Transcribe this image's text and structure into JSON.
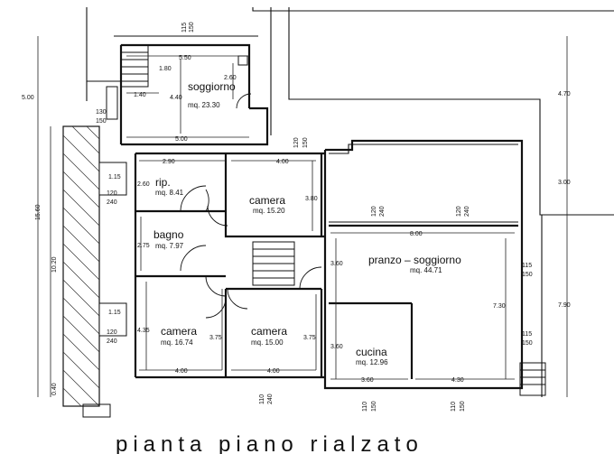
{
  "plan": {
    "title": "pianta piano rialzato",
    "rooms": [
      {
        "id": "soggiorno-top",
        "name": "soggiorno",
        "area": "mq. 23.30"
      },
      {
        "id": "rip",
        "name": "rip.",
        "area": "mq. 8.41"
      },
      {
        "id": "camera-1",
        "name": "camera",
        "area": "mq. 15.20"
      },
      {
        "id": "bagno",
        "name": "bagno",
        "area": "mq. 7.97"
      },
      {
        "id": "pranzo",
        "name": "pranzo – soggiorno",
        "area": "mq. 44.71"
      },
      {
        "id": "camera-2",
        "name": "camera",
        "area": "mq. 16.74"
      },
      {
        "id": "camera-3",
        "name": "camera",
        "area": "mq. 15.00"
      },
      {
        "id": "cucina",
        "name": "cucina",
        "area": "mq. 12.96"
      }
    ],
    "dimensions": {
      "d_5_50": "5.50",
      "d_1_80": "1.80",
      "d_2_60a": "2.60",
      "d_1_40": "1.40",
      "d_4_40": "4.40",
      "d_5_00top": "5.00",
      "d_5_00left": "5.00",
      "d_2_90": "2.90",
      "d_4_00a": "4.00",
      "d_2_60b": "2.60",
      "d_3_80": "3.80",
      "d_2_75": "2.75",
      "d_8_00": "8.00",
      "d_3_60a": "3.60",
      "d_7_30": "7.30",
      "d_4_35": "4.35",
      "d_3_75a": "3.75",
      "d_3_75b": "3.75",
      "d_3_60b": "3.60",
      "d_4_00b": "4.00",
      "d_4_00c": "4.00",
      "d_3_60c": "3.60",
      "d_4_30": "4.30",
      "d_1_15a": "1.15",
      "d_1_15b": "1.15",
      "d_15_60": "15.60",
      "d_10_20": "10.20",
      "d_0_40": "0.40",
      "d_4_70": "4.70",
      "d_3_00": "3.00",
      "d_7_90": "7.90"
    },
    "windows": {
      "w_115_150_top_a": "115",
      "w_115_150_top_b": "150",
      "w_130_150_a": "130",
      "w_130_150_b": "150",
      "w_120_150_a": "120",
      "w_120_150_b": "150",
      "w_120_240_a_a": "120",
      "w_120_240_a_b": "240",
      "w_120_240_b_a": "120",
      "w_120_240_b_b": "240",
      "w_120_240_c_a": "120",
      "w_120_240_c_b": "240",
      "w_120_240_d_a": "120",
      "w_120_240_d_b": "240",
      "w_115_150_r1_a": "115",
      "w_115_150_r1_b": "150",
      "w_115_150_r2_a": "115",
      "w_115_150_r2_b": "150",
      "w_110_240_a": "110",
      "w_110_240_b": "240",
      "w_110_150_a_a": "110",
      "w_110_150_a_b": "150",
      "w_110_150_b_a": "110",
      "w_110_150_b_b": "150"
    }
  }
}
